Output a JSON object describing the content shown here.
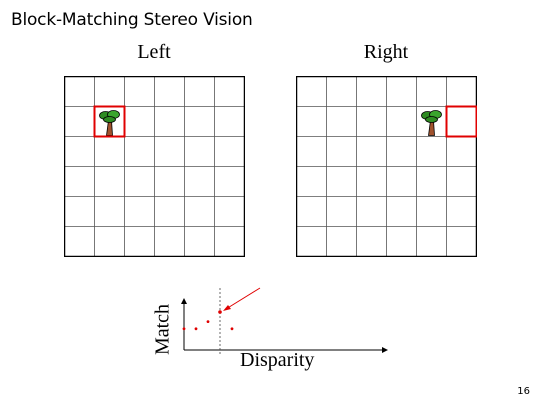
{
  "slide": {
    "title": "Block-Matching Stereo Vision",
    "page_number": "16"
  },
  "left_image": {
    "label": "Left",
    "rows": 6,
    "cols": 6,
    "tree_cell": {
      "row": 1,
      "col": 1
    },
    "highlight_cell": {
      "row": 1,
      "col": 1
    }
  },
  "right_image": {
    "label": "Right",
    "rows": 6,
    "cols": 6,
    "tree_cell": {
      "row": 1,
      "col": 4
    },
    "highlight_cell": {
      "row": 1,
      "col": 5
    }
  },
  "match_plot": {
    "x_label": "Disparity",
    "y_label": "Match",
    "colors": {
      "points": "#e00000",
      "highlight": "#e00000",
      "axis": "#000000",
      "grid": "#444444"
    }
  },
  "chart_data": {
    "type": "scatter",
    "xlabel": "Disparity",
    "ylabel": "Match",
    "x": [
      0,
      1,
      2,
      3,
      4
    ],
    "y": [
      0.3,
      0.3,
      0.6,
      1.0,
      0.3
    ],
    "best_match_index": 3
  }
}
